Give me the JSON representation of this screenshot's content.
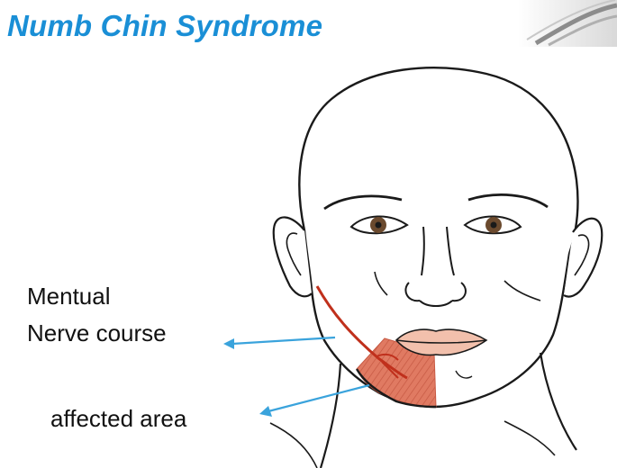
{
  "title": "Numb Chin Syndrome",
  "labels": {
    "mentual": "Mentual",
    "nerve_course": "Nerve course",
    "affected_area": "affected area"
  },
  "colors": {
    "title": "#1a8fd6",
    "arrow": "#3aa3dc",
    "nerve": "#c0301c",
    "affected_fill": "#e07a62",
    "lip": "#f2c0ac",
    "iris": "#6b4a2e",
    "line": "#1a1a1a"
  },
  "icons": [
    "corner-swoosh-icon"
  ]
}
